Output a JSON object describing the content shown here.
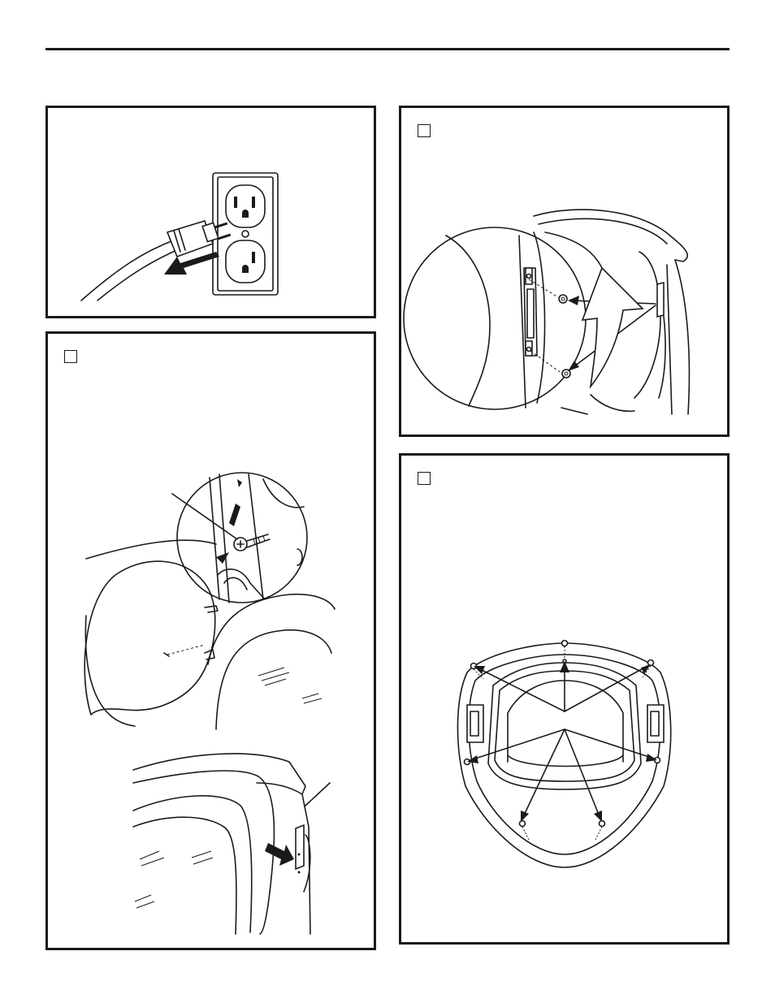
{
  "page": {
    "panels": [
      {
        "id": "unplug",
        "has_checkbox": false
      },
      {
        "id": "hinge-screws",
        "has_checkbox": true
      },
      {
        "id": "door-screws",
        "has_checkbox": true
      },
      {
        "id": "door-ring-screws",
        "has_checkbox": true
      }
    ],
    "icons": [
      "outlet-plug-illustration",
      "arrow-icon",
      "checkbox-icon",
      "dryer-door-illustration",
      "screw-icon"
    ],
    "colors": {
      "ink": "#1a1a1a",
      "paper": "#ffffff"
    }
  }
}
